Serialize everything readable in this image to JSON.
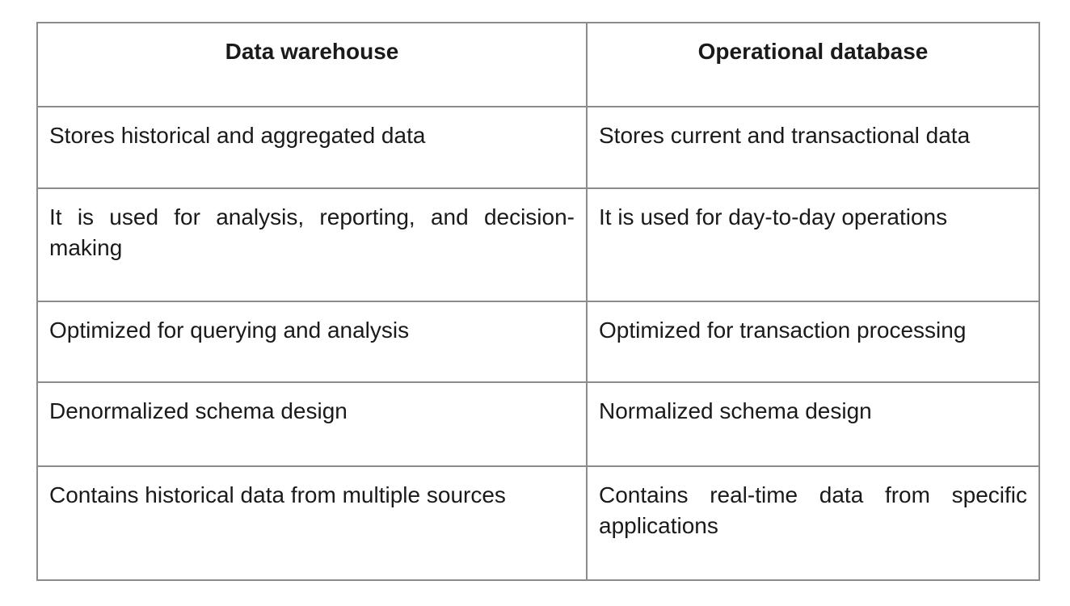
{
  "table": {
    "headers": [
      "Data warehouse",
      "Operational database"
    ],
    "rows": [
      [
        "Stores historical and aggregated data",
        "Stores current and transactional data"
      ],
      [
        "It is used for analysis, reporting, and decision-making",
        "It is used for day-to-day operations"
      ],
      [
        "Optimized for querying and analysis",
        "Optimized for transaction processing"
      ],
      [
        "Denormalized schema design",
        "Normalized schema design"
      ],
      [
        "Contains historical data from multiple sources",
        "Contains real-time data from specific applications"
      ]
    ]
  }
}
